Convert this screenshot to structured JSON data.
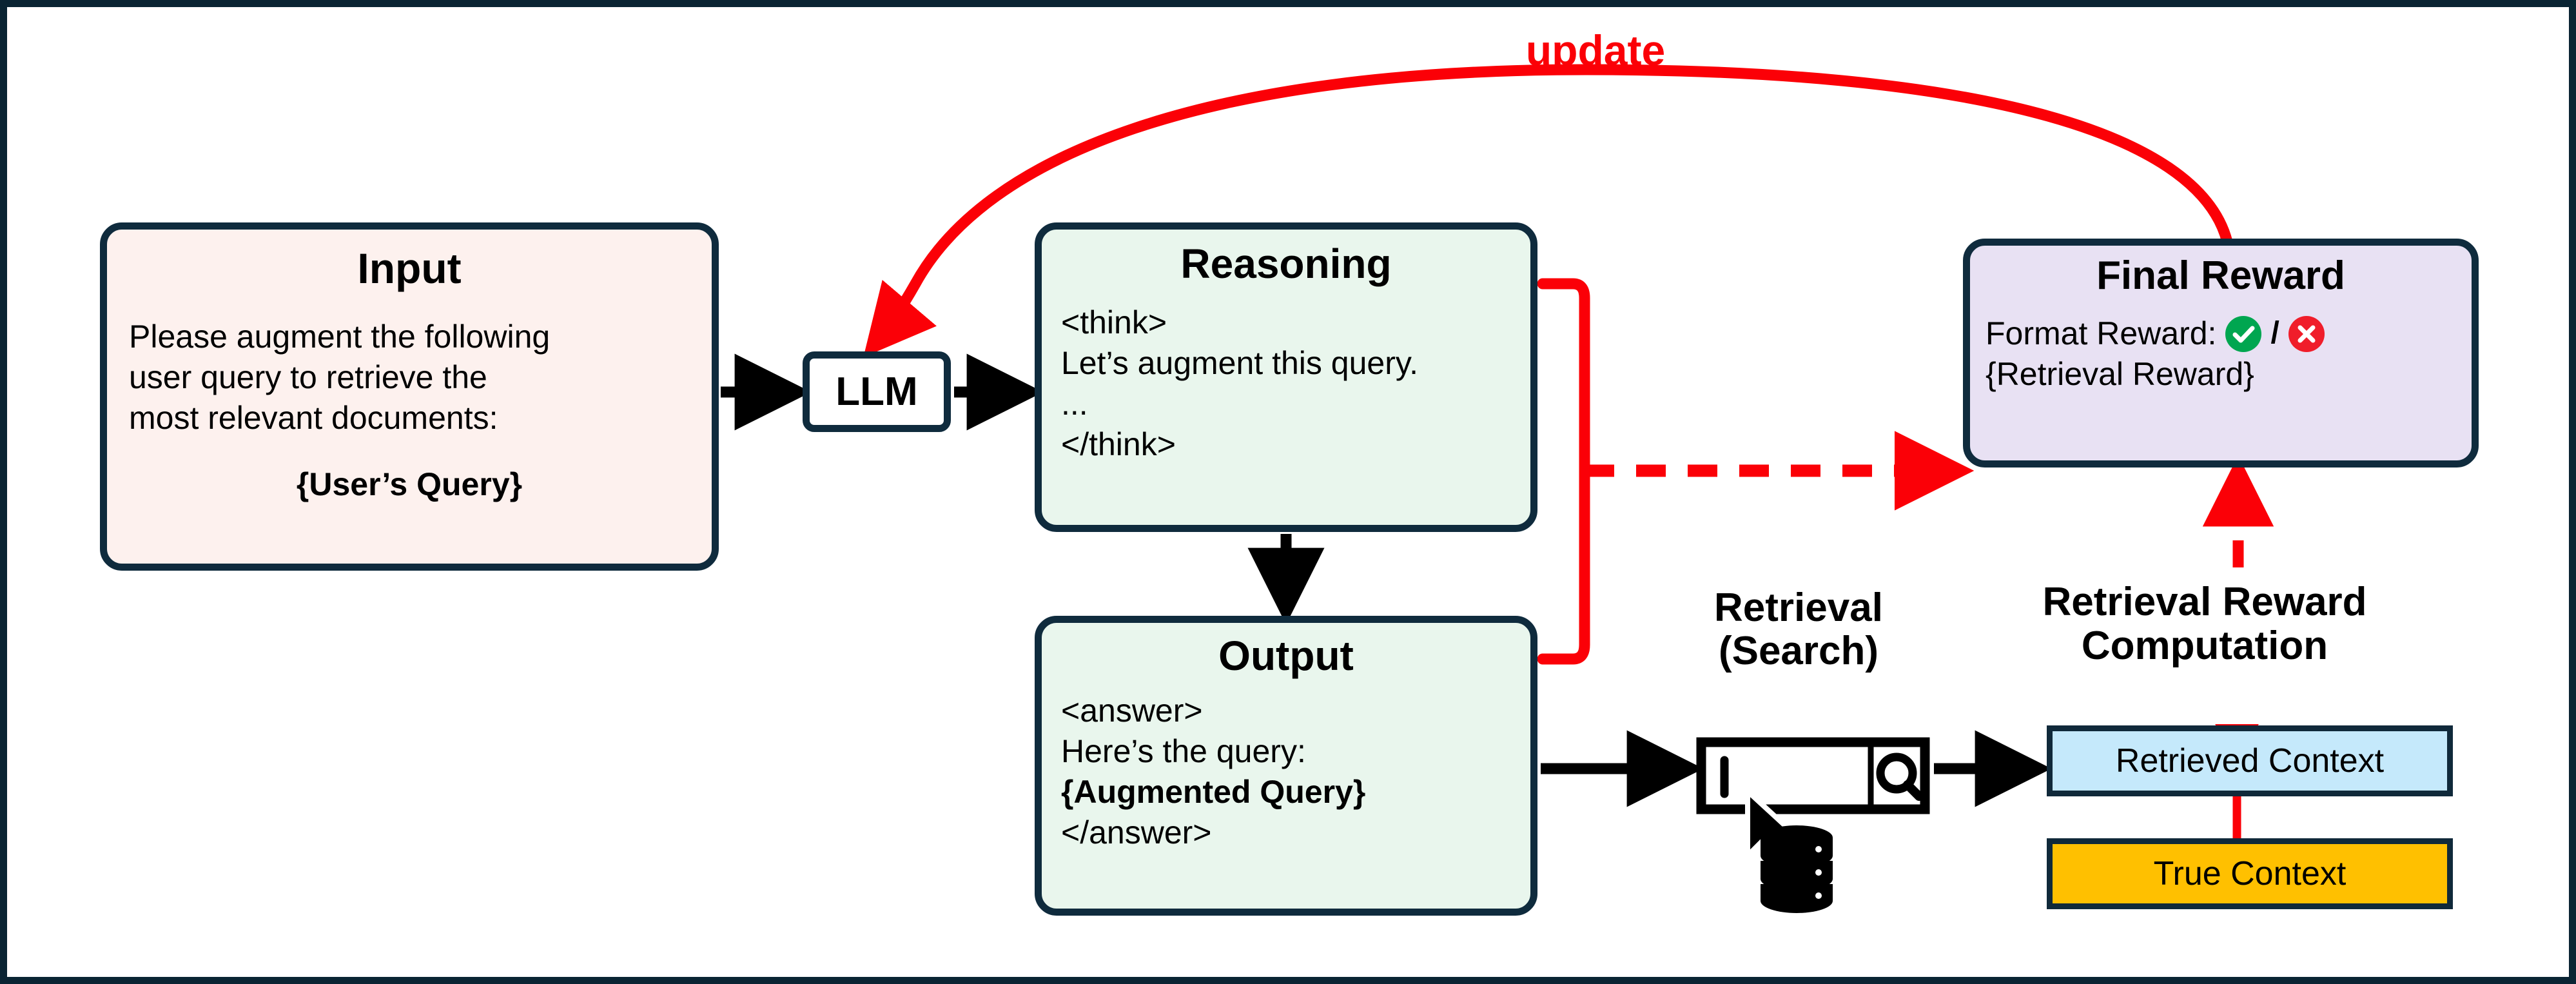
{
  "diagram": {
    "title_label": "update",
    "accent_red": "#fb0007",
    "border_navy": "#0f2b3d"
  },
  "input_box": {
    "title": "Input",
    "line1": "Please augment the following",
    "line2": "user query to retrieve the",
    "line3": "most relevant documents:",
    "placeholder_token": "{User’s Query}",
    "fill": "#fdf1ee"
  },
  "llm_box": {
    "label": "LLM",
    "fill": "#ffffff"
  },
  "reasoning_box": {
    "title": "Reasoning",
    "line1": "<think>",
    "line2": "Let’s augment this query.",
    "line3": "...",
    "line4": "</think>",
    "fill": "#e9f6ed"
  },
  "output_box": {
    "title": "Output",
    "line1": "<answer>",
    "line2": "Here’s the query:",
    "line3": "{Augmented Query}",
    "line4": "</answer>",
    "fill": "#e9f6ed"
  },
  "final_reward_box": {
    "title": "Final Reward",
    "format_reward_label": "Format Reward:",
    "separator": "/",
    "retrieval_reward_token": "{Retrieval Reward}",
    "ok_icon": "check-circle-icon",
    "no_icon": "cross-circle-icon",
    "ok_color": "#00a650",
    "no_color": "#f01d2a",
    "fill": "#e8e1f3"
  },
  "retrieval": {
    "label_line1": "Retrieval",
    "label_line2": "(Search)",
    "search_icon": "magnifier-icon",
    "cursor_icon": "mouse-pointer-icon",
    "database_icon": "database-cylinder-icon"
  },
  "retrieval_reward_computation": {
    "label_line1": "Retrieval Reward",
    "label_line2": "Computation"
  },
  "context_boxes": {
    "retrieved": {
      "label": "Retrieved Context",
      "fill": "#c5e9fb"
    },
    "true": {
      "label": "True Context",
      "fill": "#ffc000"
    }
  },
  "edges": {
    "update_label": "update"
  }
}
